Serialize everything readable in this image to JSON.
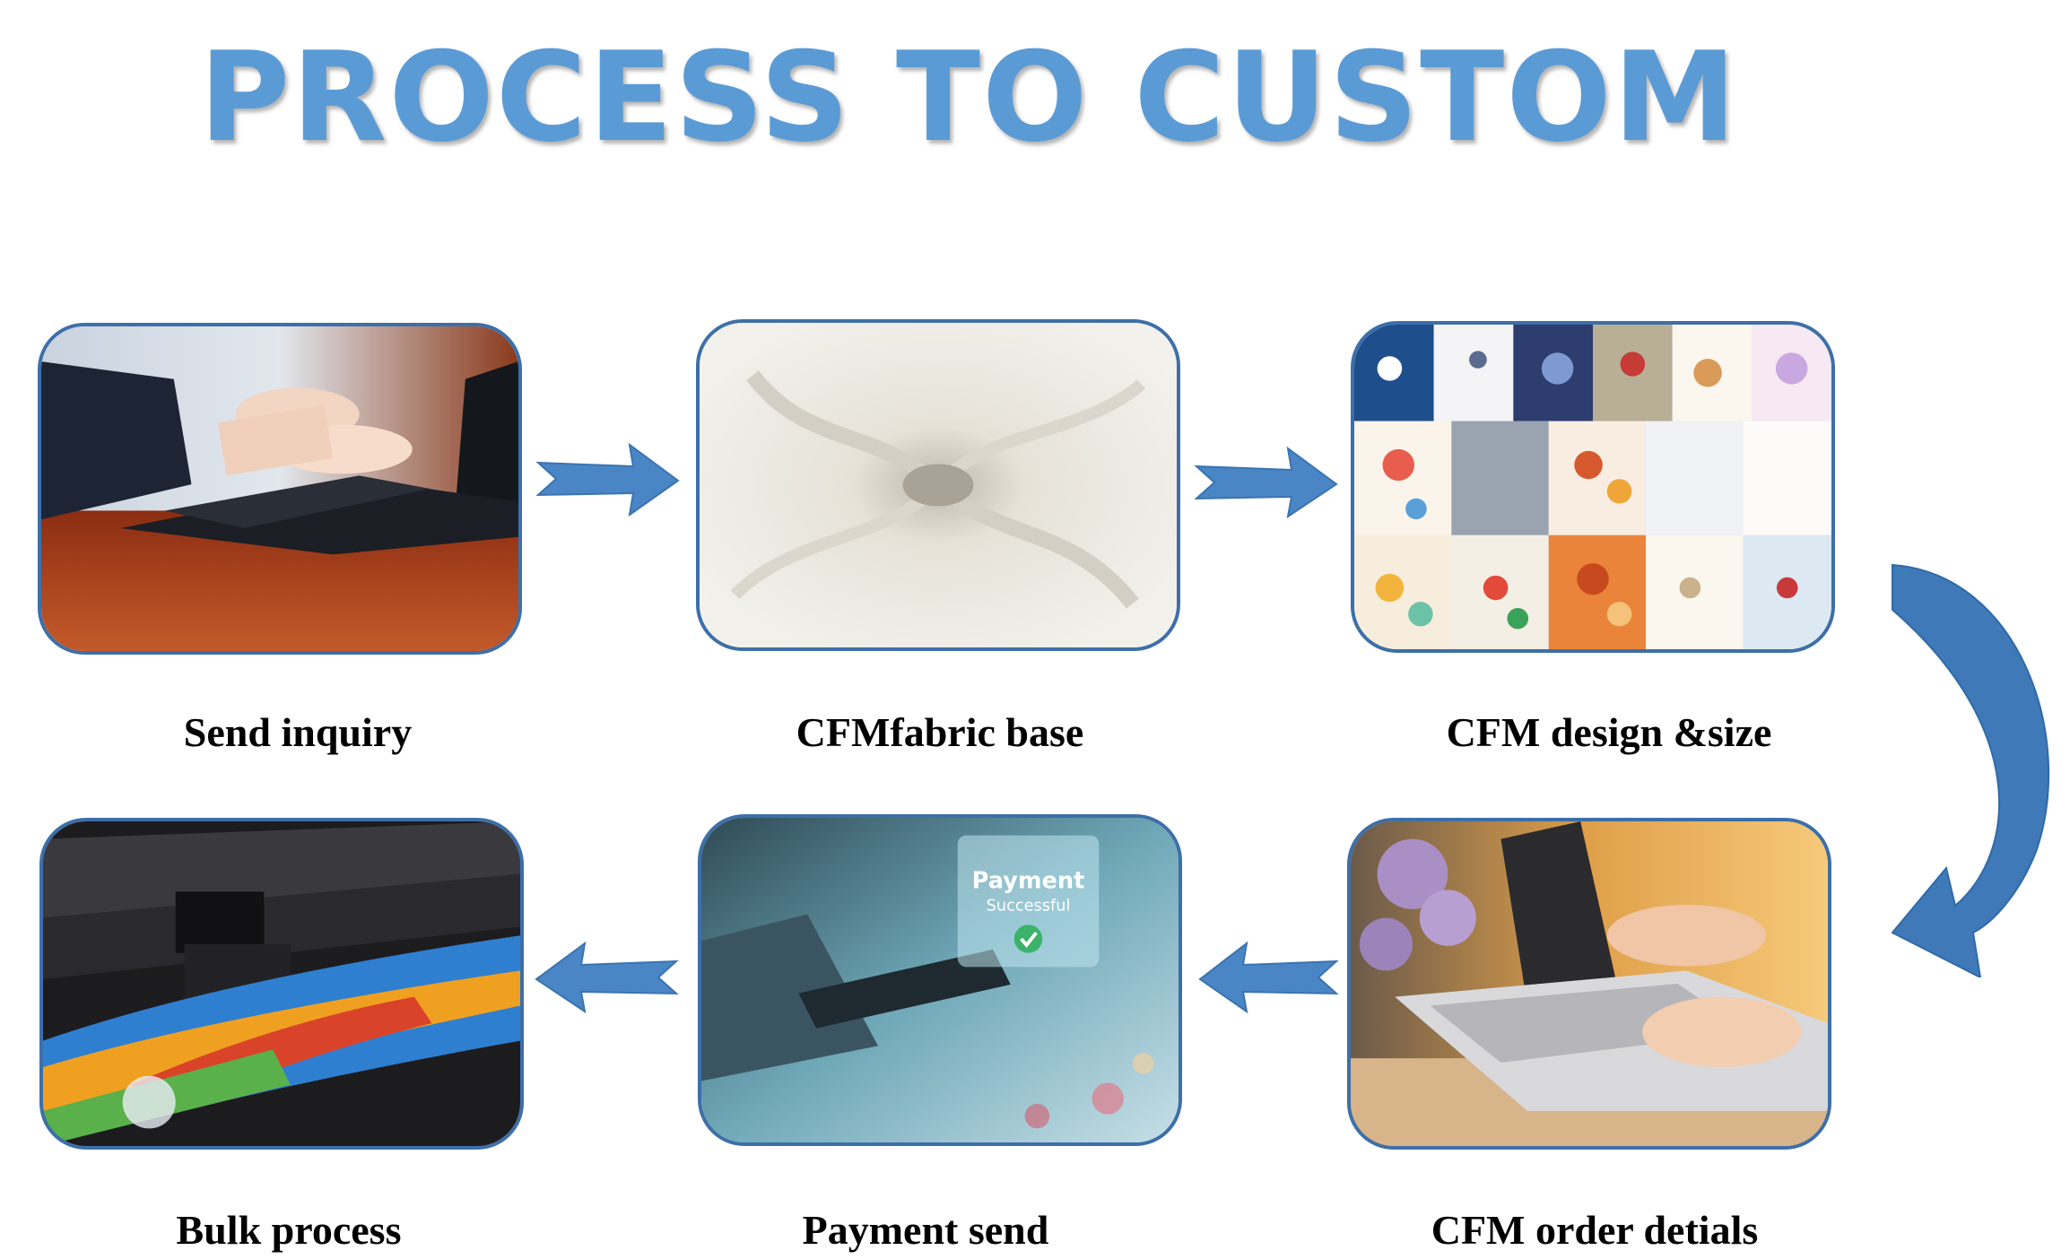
{
  "title": "PROCESS TO CUSTOM",
  "steps": [
    {
      "label": "Send inquiry",
      "image": "laptop-typing-photo"
    },
    {
      "label": "CFMfabric base",
      "image": "white-fabric-photo"
    },
    {
      "label": "CFM design &size",
      "image": "pattern-collage-photo"
    },
    {
      "label": "CFM order detials",
      "image": "laptop-flowers-photo"
    },
    {
      "label": "Payment send",
      "image": "payment-successful-photo"
    },
    {
      "label": "Bulk process",
      "image": "printing-machine-photo"
    }
  ],
  "payment_overlay": {
    "line1": "Payment",
    "line2": "Successful"
  },
  "colors": {
    "title": "#5b9bd5",
    "border": "#3d6fa8",
    "arrow": "#4a86c5",
    "arrow_dark": "#3a74b0"
  }
}
